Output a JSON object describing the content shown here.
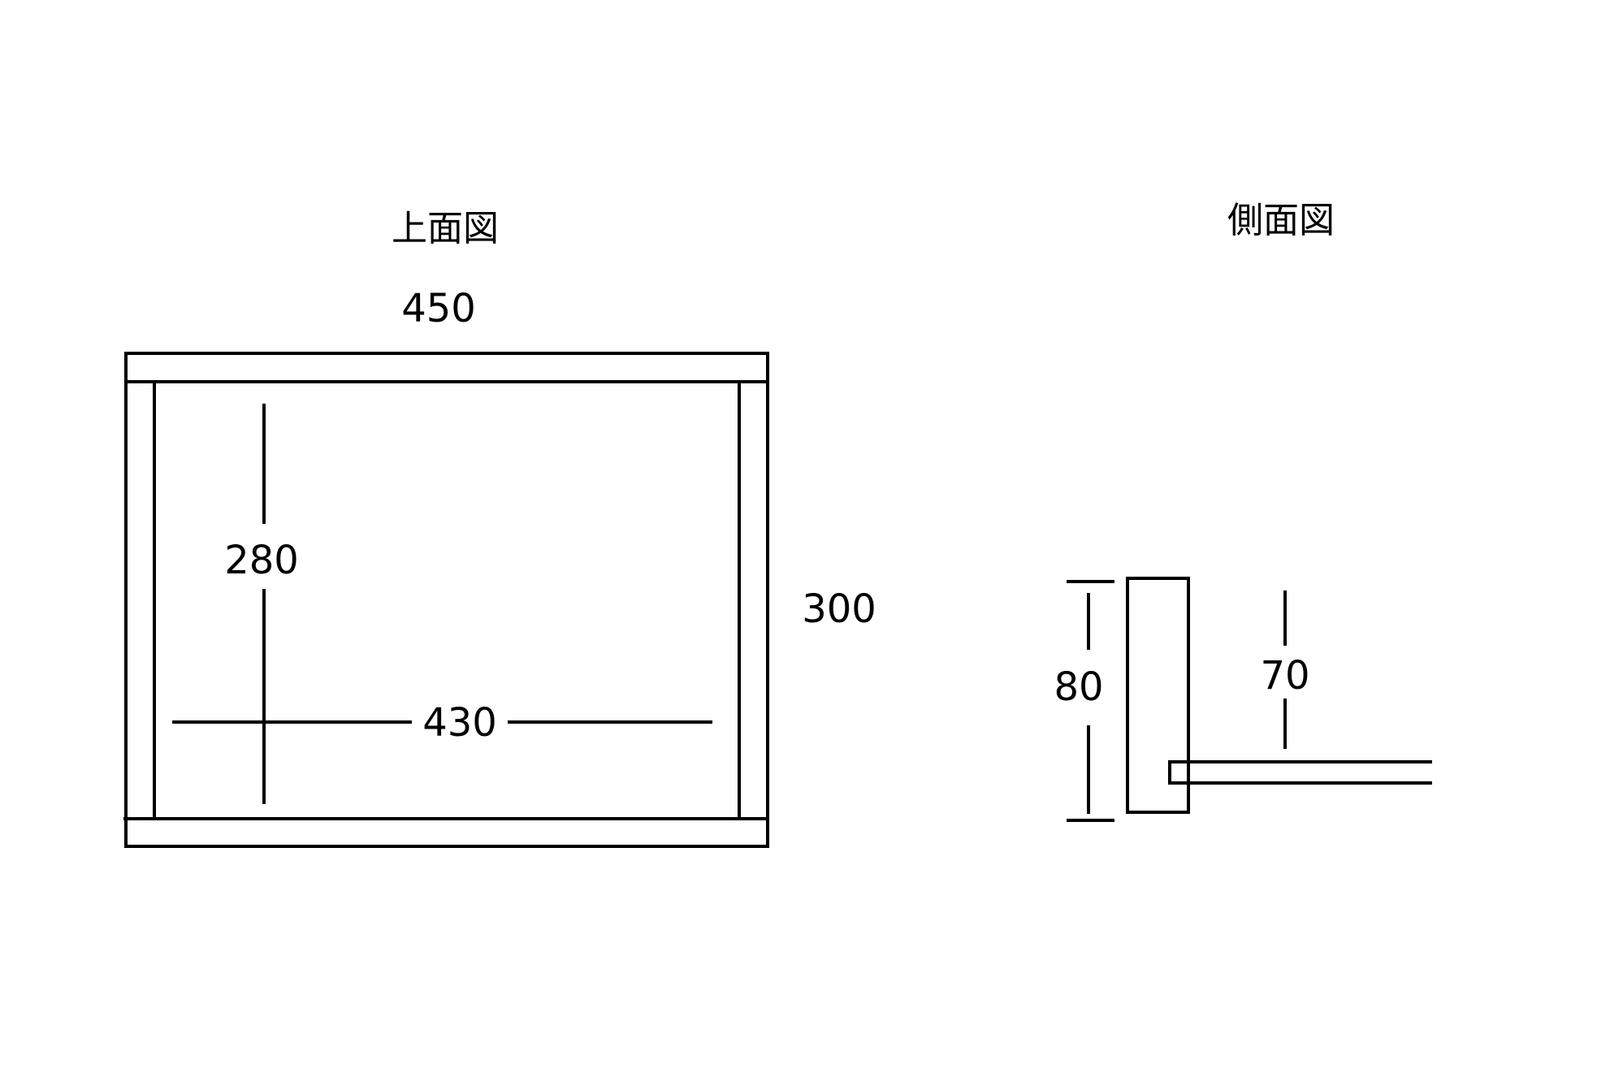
{
  "top_view": {
    "title": "上面図",
    "width_label": "450",
    "depth_label": "300",
    "inner_width_label": "430",
    "inner_depth_label": "280"
  },
  "side_view": {
    "title": "側面図",
    "height_label": "80",
    "inner_height_label": "70"
  },
  "colors": {
    "line": "#000000",
    "background": "#ffffff"
  }
}
